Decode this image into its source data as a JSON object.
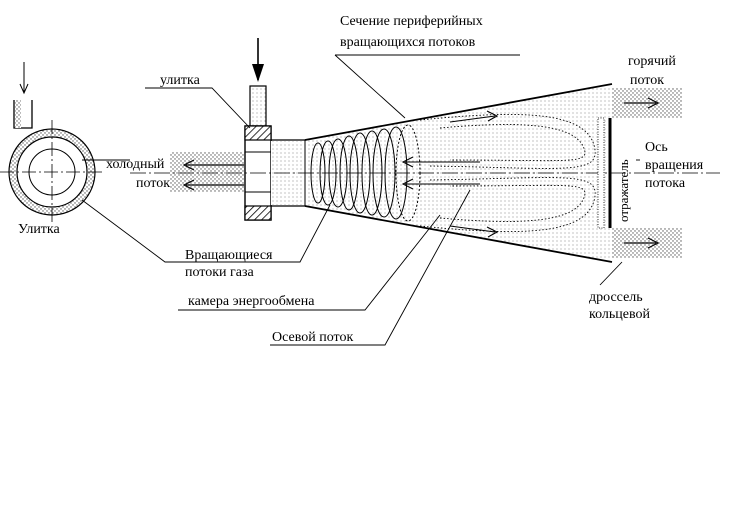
{
  "labels": {
    "section_line1": "Сечение периферийных",
    "section_line2": "вращающихся потоков",
    "hot_line1": "горячий",
    "hot_line2": "поток",
    "snail_top": "улитка",
    "cold_line1": "холодный",
    "cold_line2": "поток",
    "axis_line1": "Ось",
    "axis_line2": "вращения",
    "axis_line3": "потока",
    "reflector": "отражатель",
    "snail_side": "Улитка",
    "swirl_line1": "Вращающиеся",
    "swirl_line2": "потоки газа",
    "chamber": "камера энергообмена",
    "axial": "Осевой поток",
    "throttle_line1": "дроссель",
    "throttle_line2": "кольцевой"
  }
}
